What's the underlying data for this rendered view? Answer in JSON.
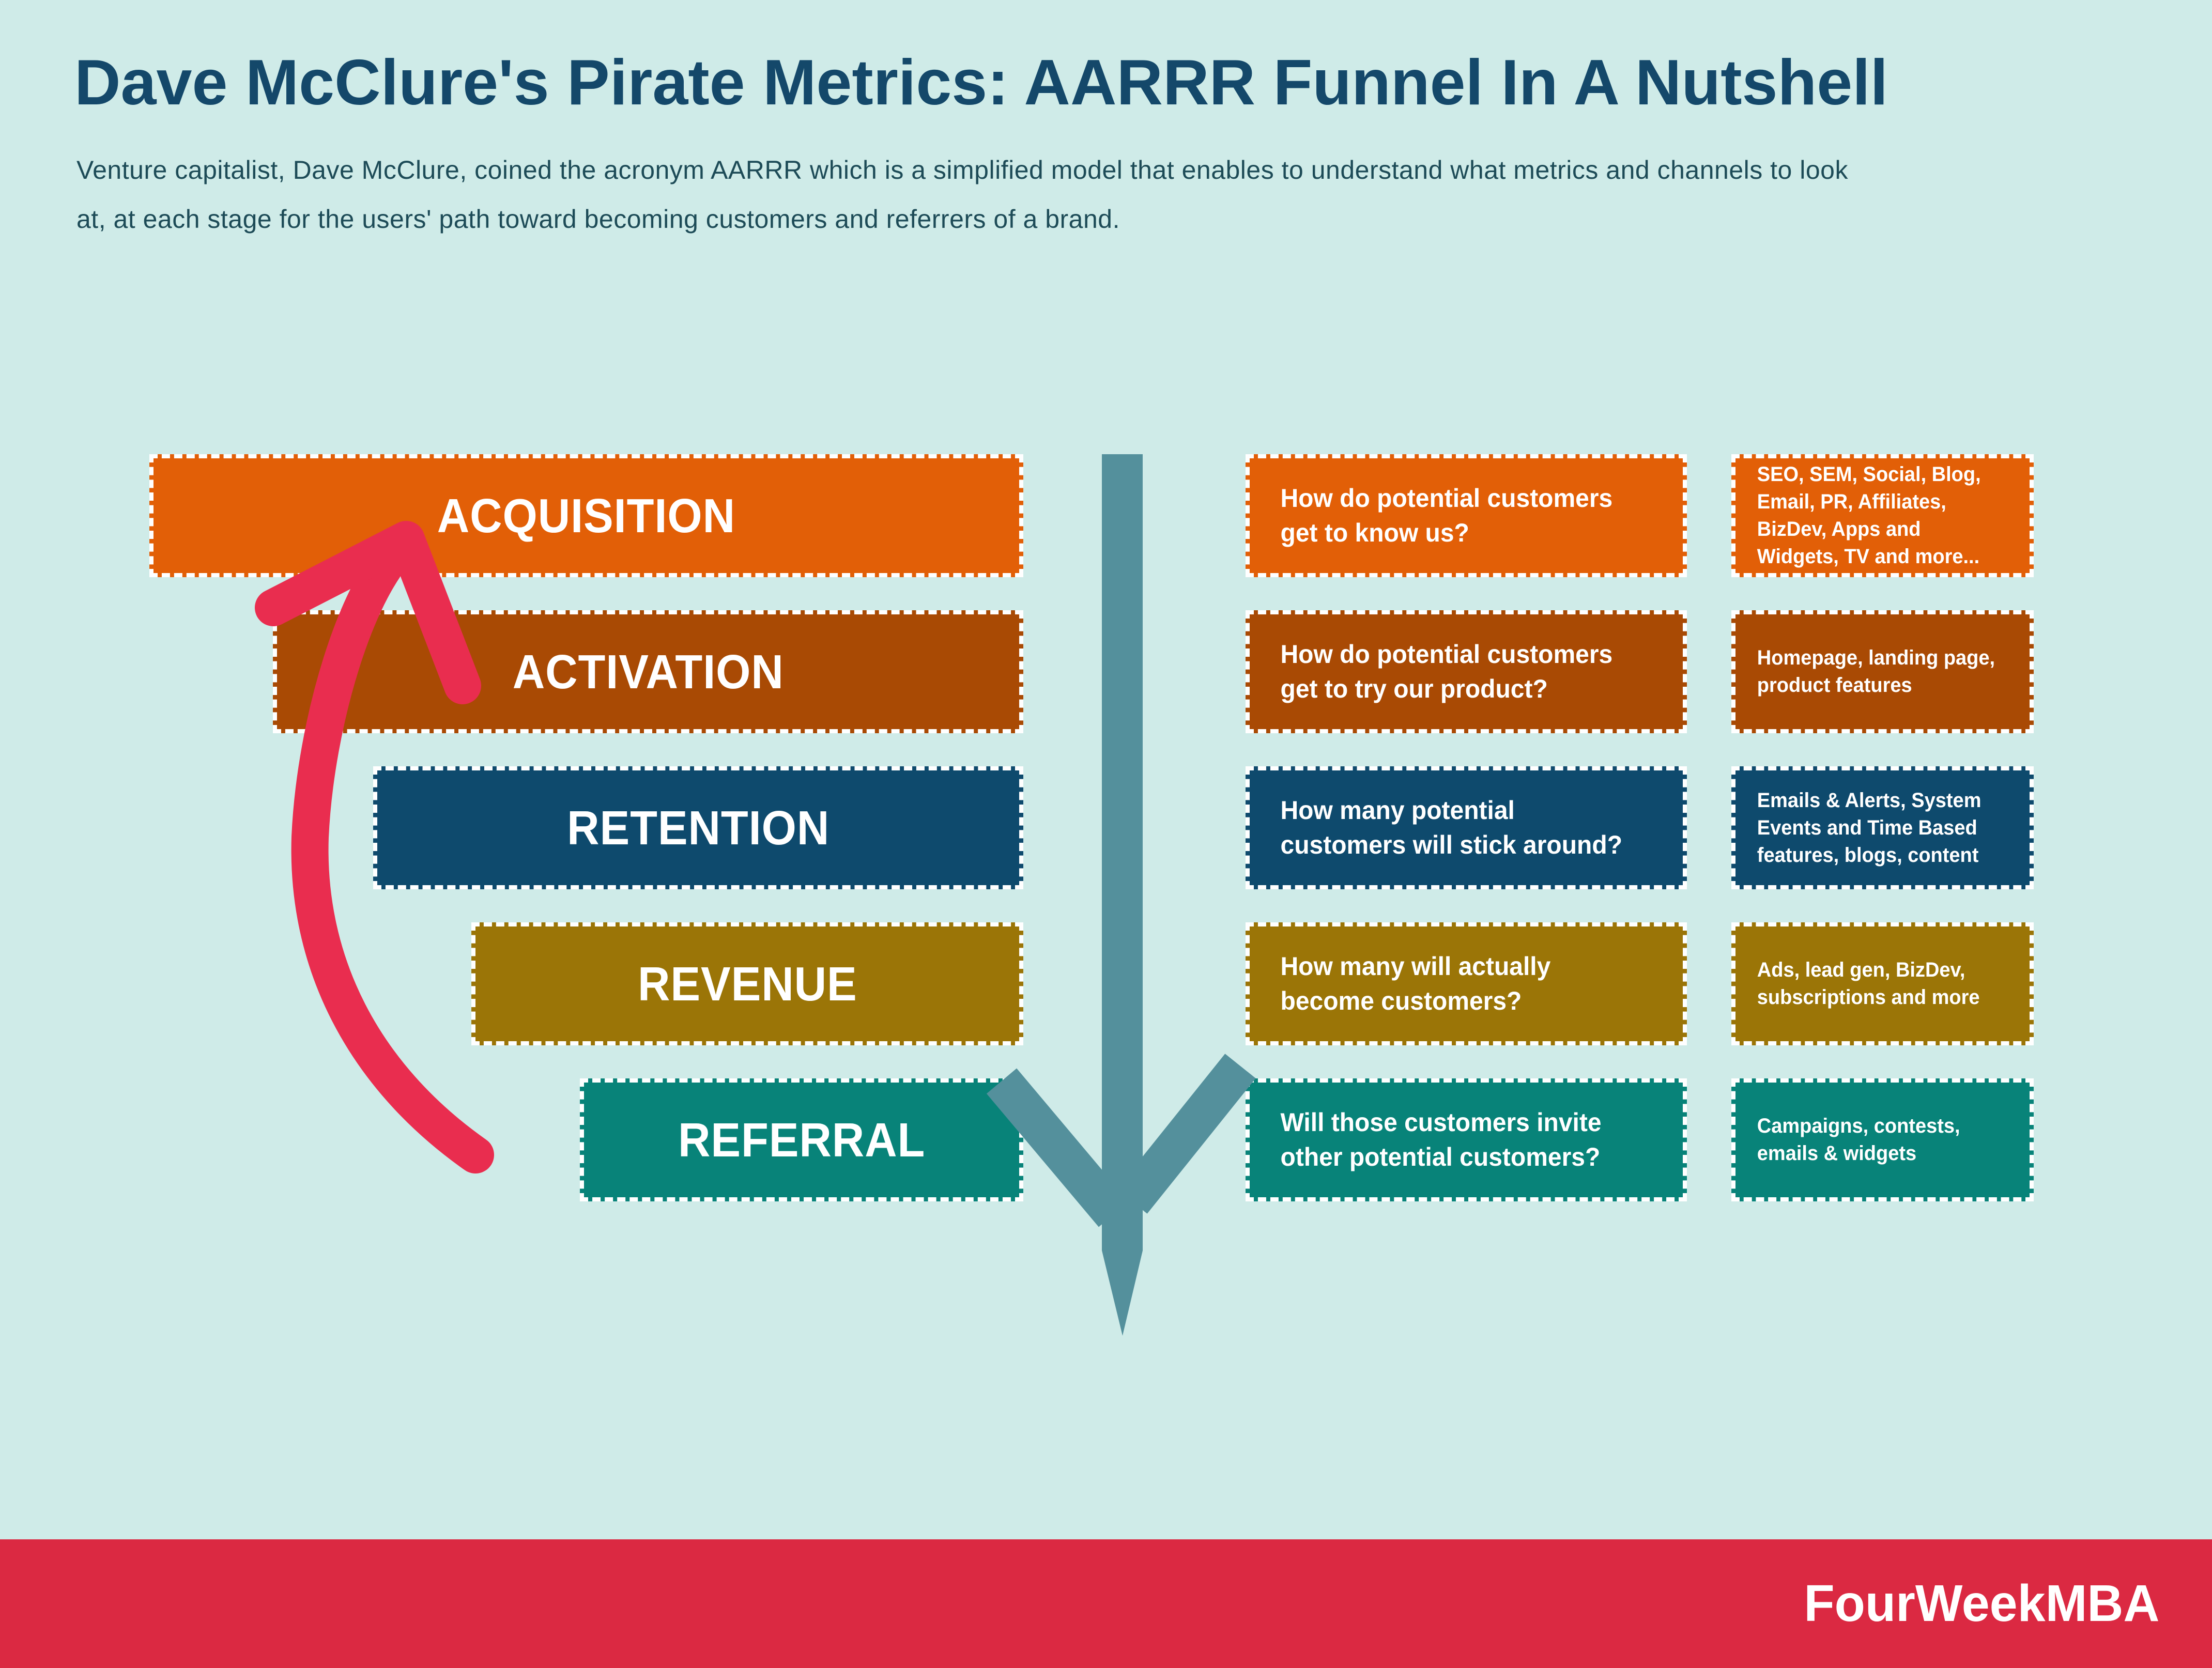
{
  "title": "Dave McClure's Pirate Metrics: AARRR Funnel In A Nutshell",
  "subtitle": "Venture capitalist, Dave McClure, coined the acronym AARRR which is a simplified model that enables to understand what metrics and channels to look\nat, at each stage for the users' path toward becoming customers and referrers of a brand.",
  "stages": [
    {
      "label": "ACQUISITION",
      "color": "#e25f07",
      "question": "How do potential customers\nget to know us?",
      "channels": "SEO, SEM, Social, Blog,\nEmail, PR, Affiliates,\nBizDev, Apps and\nWidgets, TV and more..."
    },
    {
      "label": "ACTIVATION",
      "color": "#a94a04",
      "question": "How do potential customers\nget to try our product?",
      "channels": "Homepage, landing page,\nproduct features"
    },
    {
      "label": "RETENTION",
      "color": "#0e4a6d",
      "question": "How many potential\ncustomers will stick around?",
      "channels": "Emails & Alerts, System\nEvents and Time Based\nfeatures, blogs, content"
    },
    {
      "label": "REVENUE",
      "color": "#9b7507",
      "question": "How many will actually\nbecome customers?",
      "channels": "Ads, lead gen, BizDev,\nsubscriptions and more"
    },
    {
      "label": "REFERRAL",
      "color": "#088379",
      "question": "Will those customers invite\nother potential customers?",
      "channels": "Campaigns, contests,\nemails & widgets"
    }
  ],
  "colors": {
    "background": "#cfebe8",
    "title": "#14486a",
    "subtitle": "#1d4b57",
    "down_arrow": "#54909c",
    "loop_arrow": "#e92d4f",
    "footer_bar": "#db2942",
    "box_text": "#ffffff"
  },
  "footer": {
    "brand": "FourWeekMBA"
  }
}
